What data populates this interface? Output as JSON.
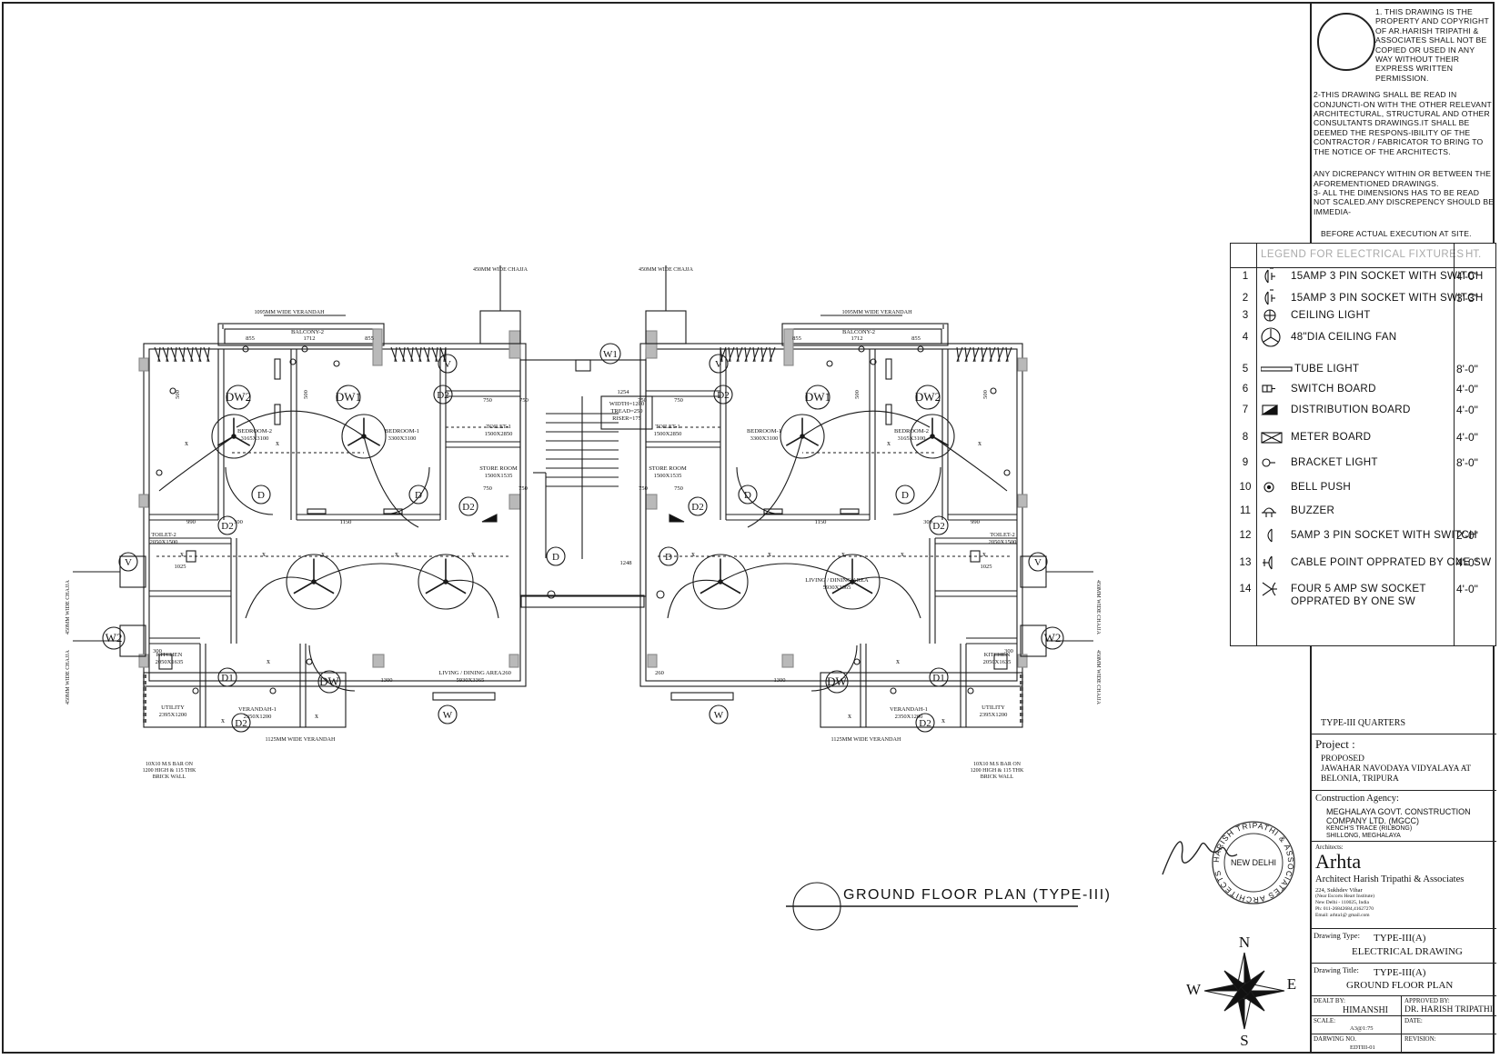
{
  "notes": {
    "note1": "1. THIS DRAWING IS THE PROPERTY AND COPYRIGHT OF AR.HARISH TRIPATHI & ASSOCIATES SHALL NOT BE COPIED OR USED IN ANY WAY WITHOUT THEIR EXPRESS WRITTEN PERMISSION.",
    "note2": "2-THIS DRAWING SHALL BE READ IN CONJUNCTI-ON WITH THE OTHER RELEVANT ARCHITECTURAL, STRUCTURAL AND OTHER CONSULTANTS DRAWINGS.IT SHALL BE DEEMED THE RESPONS-IBILITY OF THE CONTRACTOR / FABRICATOR TO BRING TO THE NOTICE OF THE ARCHITECTS.",
    "note2b": "ANY DICREPANCY WITHIN OR BETWEEN THE AFOREMENTIONED DRAWINGS.",
    "note3": "3- ALL THE DIMENSIONS HAS TO BE READ NOT SCALED.ANY DISCREPENCY SHOULD BE IMMEDIA-",
    "note3b": "BEFORE ACTUAL EXECUTION AT SITE."
  },
  "legend": {
    "header": "LEGEND FOR ELECTRICAL FIXTURES",
    "ht_header": "HT.",
    "items": [
      {
        "num": "1",
        "text": "15AMP 3 PIN SOCKET WITH SWITCH",
        "ht": "4'-0\"",
        "icon": "socket-15a-icon"
      },
      {
        "num": "2",
        "text": "15AMP 3 PIN SOCKET WITH SWITCH",
        "ht": "3'-3\"",
        "icon": "socket-15a-icon"
      },
      {
        "num": "3",
        "text": "CEILING LIGHT",
        "ht": "",
        "icon": "ceiling-light-icon"
      },
      {
        "num": "4",
        "text": "48\"DIA CEILING FAN",
        "ht": "",
        "icon": "ceiling-fan-icon"
      },
      {
        "num": "5",
        "text": "TUBE LIGHT",
        "ht": "8'-0\"",
        "icon": "tube-light-icon"
      },
      {
        "num": "6",
        "text": "SWITCH BOARD",
        "ht": "4'-0\"",
        "icon": "switch-board-icon"
      },
      {
        "num": "7",
        "text": "DISTRIBUTION BOARD",
        "ht": "4'-0\"",
        "icon": "distribution-board-icon"
      },
      {
        "num": "8",
        "text": "METER BOARD",
        "ht": "4'-0\"",
        "icon": "meter-board-icon"
      },
      {
        "num": "9",
        "text": "BRACKET LIGHT",
        "ht": "8'-0\"",
        "icon": "bracket-light-icon"
      },
      {
        "num": "10",
        "text": "BELL PUSH",
        "ht": "",
        "icon": "bell-push-icon"
      },
      {
        "num": "11",
        "text": "BUZZER",
        "ht": "",
        "icon": "buzzer-icon"
      },
      {
        "num": "12",
        "text": "5AMP 3 PIN SOCKET WITH SWITCH",
        "ht": "2'-0\"",
        "icon": "socket-5a-icon"
      },
      {
        "num": "13",
        "text": "CABLE POINT OPPRATED BY ONE SW",
        "ht": "4'-0\"",
        "icon": "cable-point-icon"
      },
      {
        "num": "14",
        "text": "FOUR 5 AMP SW SOCKET OPPRATED BY ONE SW",
        "ht": "4'-0\"",
        "icon": "four-socket-icon"
      }
    ]
  },
  "titleblock": {
    "quarters": "TYPE-III QUARTERS",
    "project_label": "Project :",
    "project_1": "PROPOSED",
    "project_2": "JAWAHAR NAVODAYA VIDYALAYA AT",
    "project_3": "BELONIA, TRIPURA",
    "agency_label": "Construction Agency:",
    "agency_1": "MEGHALAYA GOVT. CONSTRUCTION",
    "agency_2": "COMPANY LTD. (MGCC)",
    "agency_3": "KENCH'S TRACE (RILBONG)",
    "agency_4": "SHILLONG, MEGHALAYA",
    "architects_label": "Architects:",
    "firm_logo": "Arhta",
    "firm_name": "Architect Harish Tripathi & Associates",
    "addr_1": "224, Sukhdev Vihar",
    "addr_2": "(Near Escorts Heart Institute)",
    "addr_3": "New Delhi - 110025, India",
    "addr_4": "Ph: 011-26842684,41627270",
    "addr_5": "Email: arhta1@ gmail.com",
    "dtype_label": "Drawing Type:",
    "dtype_1": "TYPE-III(A)",
    "dtype_2": "ELECTRICAL DRAWING",
    "dtitle_label": "Drawing Title:",
    "dtitle_1": "TYPE-III(A)",
    "dtitle_2": "GROUND FLOOR PLAN",
    "dealt_label": "DEALT BY:",
    "dealt": "HIMANSHI",
    "approved_label": "APPROVED BY:",
    "approved": "DR. HARISH TRIPATHI",
    "scale_label": "SCALE:",
    "scale": "A3@1:75",
    "date_label": "DATE:",
    "dwg_label": "DARWING NO.",
    "dwg": "EDTIII-01",
    "rev_label": "REVISION:"
  },
  "stamp": {
    "center": "NEW DELHI",
    "ring": "HARISH TRIPATHI & ASSOCIATES ARCHITECTS"
  },
  "compass": {
    "n": "N",
    "s": "S",
    "e": "E",
    "w": "W"
  },
  "plan": {
    "title": "GROUND FLOOR PLAN (TYPE-III)",
    "chajja_top": "450MM WIDE CHAJJA",
    "chajja_side": "450MM WIDE CHAJJA",
    "verandah_top": "1095MM WIDE VERANDAH",
    "verandah_bottom": "1125MM WIDE VERANDAH",
    "balcony": "BALCONY-2",
    "bedroom2": "BEDROOM-2",
    "bedroom2_dim": "3165X3100",
    "bedroom1": "BEDROOM-1",
    "bedroom1_dim": "3300X3100",
    "toilet1": "TOILET-1",
    "toilet1_dim": "1500X2850",
    "store": "STORE ROOM",
    "store_dim": "1500X1535",
    "toilet2": "TOILET-2",
    "toilet2_dim": "2050X1500",
    "kitchen": "KITCHEN",
    "kitchen_dim": "2050X1635",
    "utility": "UTILITY",
    "utility_dim": "2395X1200",
    "verandah1": "VERANDAH-1",
    "verandah1_dim": "2350X1200",
    "living": "LIVING / DINING AREA",
    "living_dim": "5930X3365",
    "stair_1": "WIDTH=1200",
    "stair_2": "TREAD=250",
    "stair_3": "RISER=175",
    "bar_1": "10X10 M.S BAR ON",
    "bar_2": "1200 HIGH & 115 THK",
    "bar_3": "BRICK WALL",
    "dim_855": "855",
    "dim_1712": "1712",
    "dim_500": "500",
    "dim_750": "750",
    "dim_1025": "1025",
    "dim_1150": "1150",
    "dim_300": "300",
    "dim_990": "990",
    "dim_1300": "1300",
    "dim_1254": "1254",
    "dim_1248": "1248",
    "dim_260": "260",
    "tag_dw1": "DW1",
    "tag_dw2": "DW2",
    "tag_dw": "DW",
    "tag_d": "D",
    "tag_d1": "D1",
    "tag_d2": "D2",
    "tag_v": "V",
    "tag_w": "W",
    "tag_w1": "W1",
    "tag_w2": "W2",
    "tag_x": "x"
  }
}
